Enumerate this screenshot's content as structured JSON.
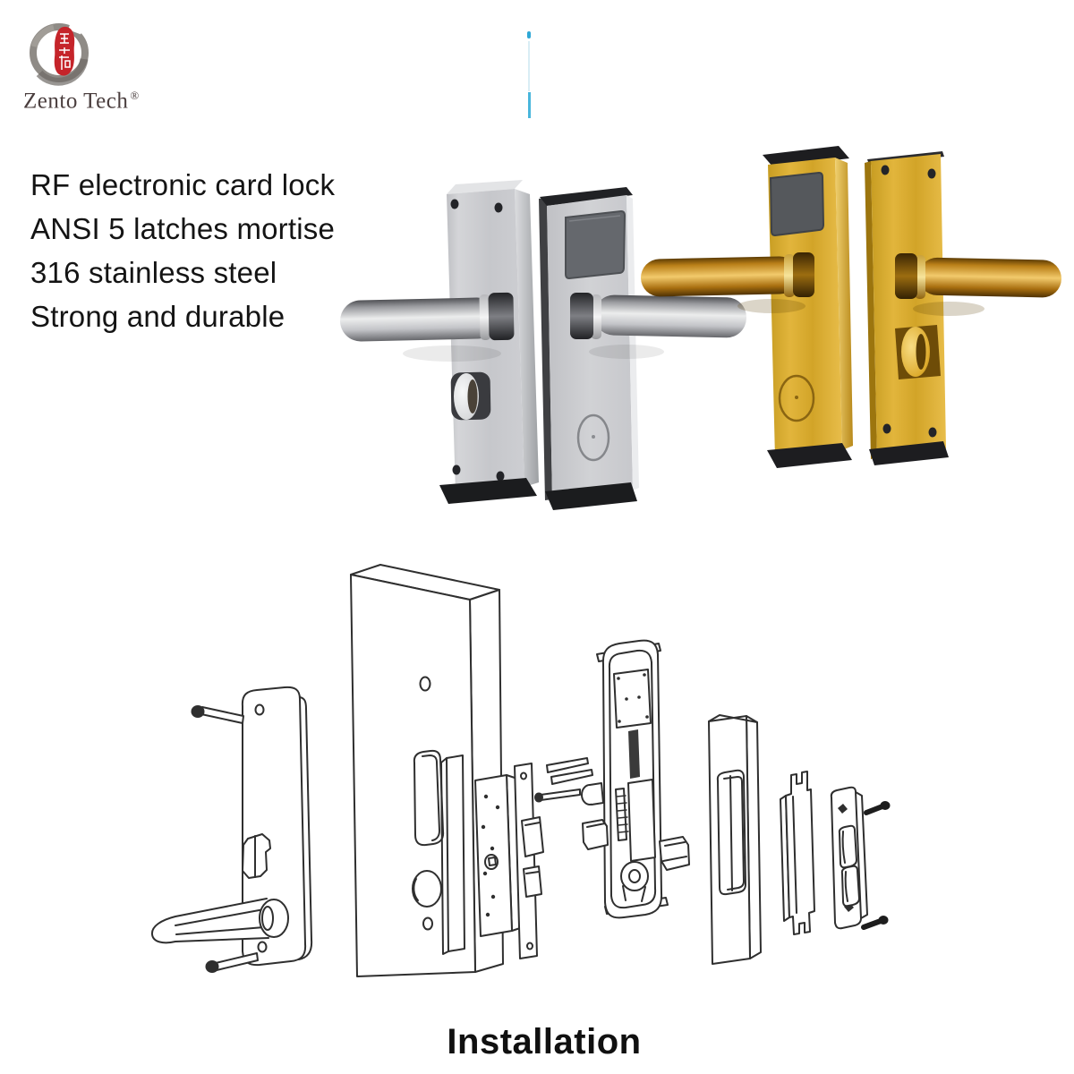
{
  "brand": {
    "name": "Zento Tech",
    "registered_mark": "®"
  },
  "features": [
    "RF electronic card lock",
    "ANSI 5 latches mortise",
    "316 stainless steel",
    "Strong and durable"
  ],
  "caption": {
    "installation_label": "Installation"
  },
  "colors": {
    "stainless_steel": "#c9cacd",
    "gold": "#d8a72e",
    "end_cap_black": "#1f1f22",
    "rfid_window_gray": "#63666b",
    "logo_seal_red": "#c5242a",
    "logo_ink_gray": "#8f8b86",
    "body_text": "#141414",
    "diagram_line": "#2f2f2f",
    "artifact_blue": "#49b6dc"
  },
  "products": [
    {
      "finish": "stainless steel",
      "panels": [
        "interior panel with thumbturn",
        "exterior panel with card reader window and sensor ring"
      ]
    },
    {
      "finish": "gold",
      "panels": [
        "exterior panel with card reader window and sensor ring",
        "interior panel with thumbturn"
      ]
    }
  ]
}
